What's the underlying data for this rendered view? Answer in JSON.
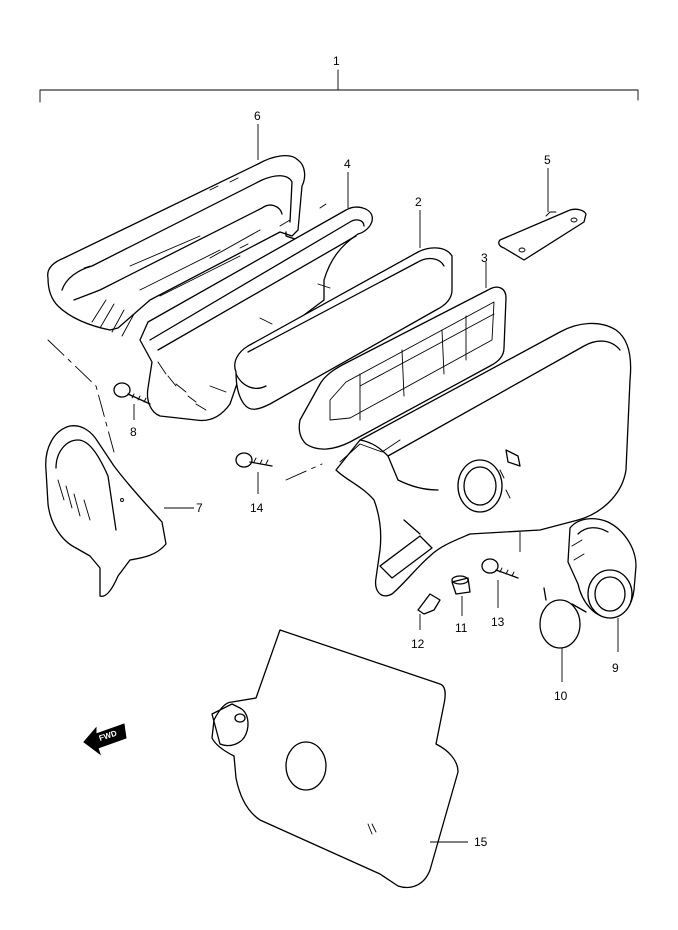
{
  "callouts": {
    "c1": "1",
    "c2": "2",
    "c3": "3",
    "c4": "4",
    "c5": "5",
    "c6": "6",
    "c7": "7",
    "c8": "8",
    "c9": "9",
    "c10": "10",
    "c11": "11",
    "c12": "12",
    "c13": "13",
    "c14": "14",
    "c15": "15"
  },
  "fwd_label": "FWD",
  "icons": {
    "fwd": "fwd-arrow-icon"
  }
}
